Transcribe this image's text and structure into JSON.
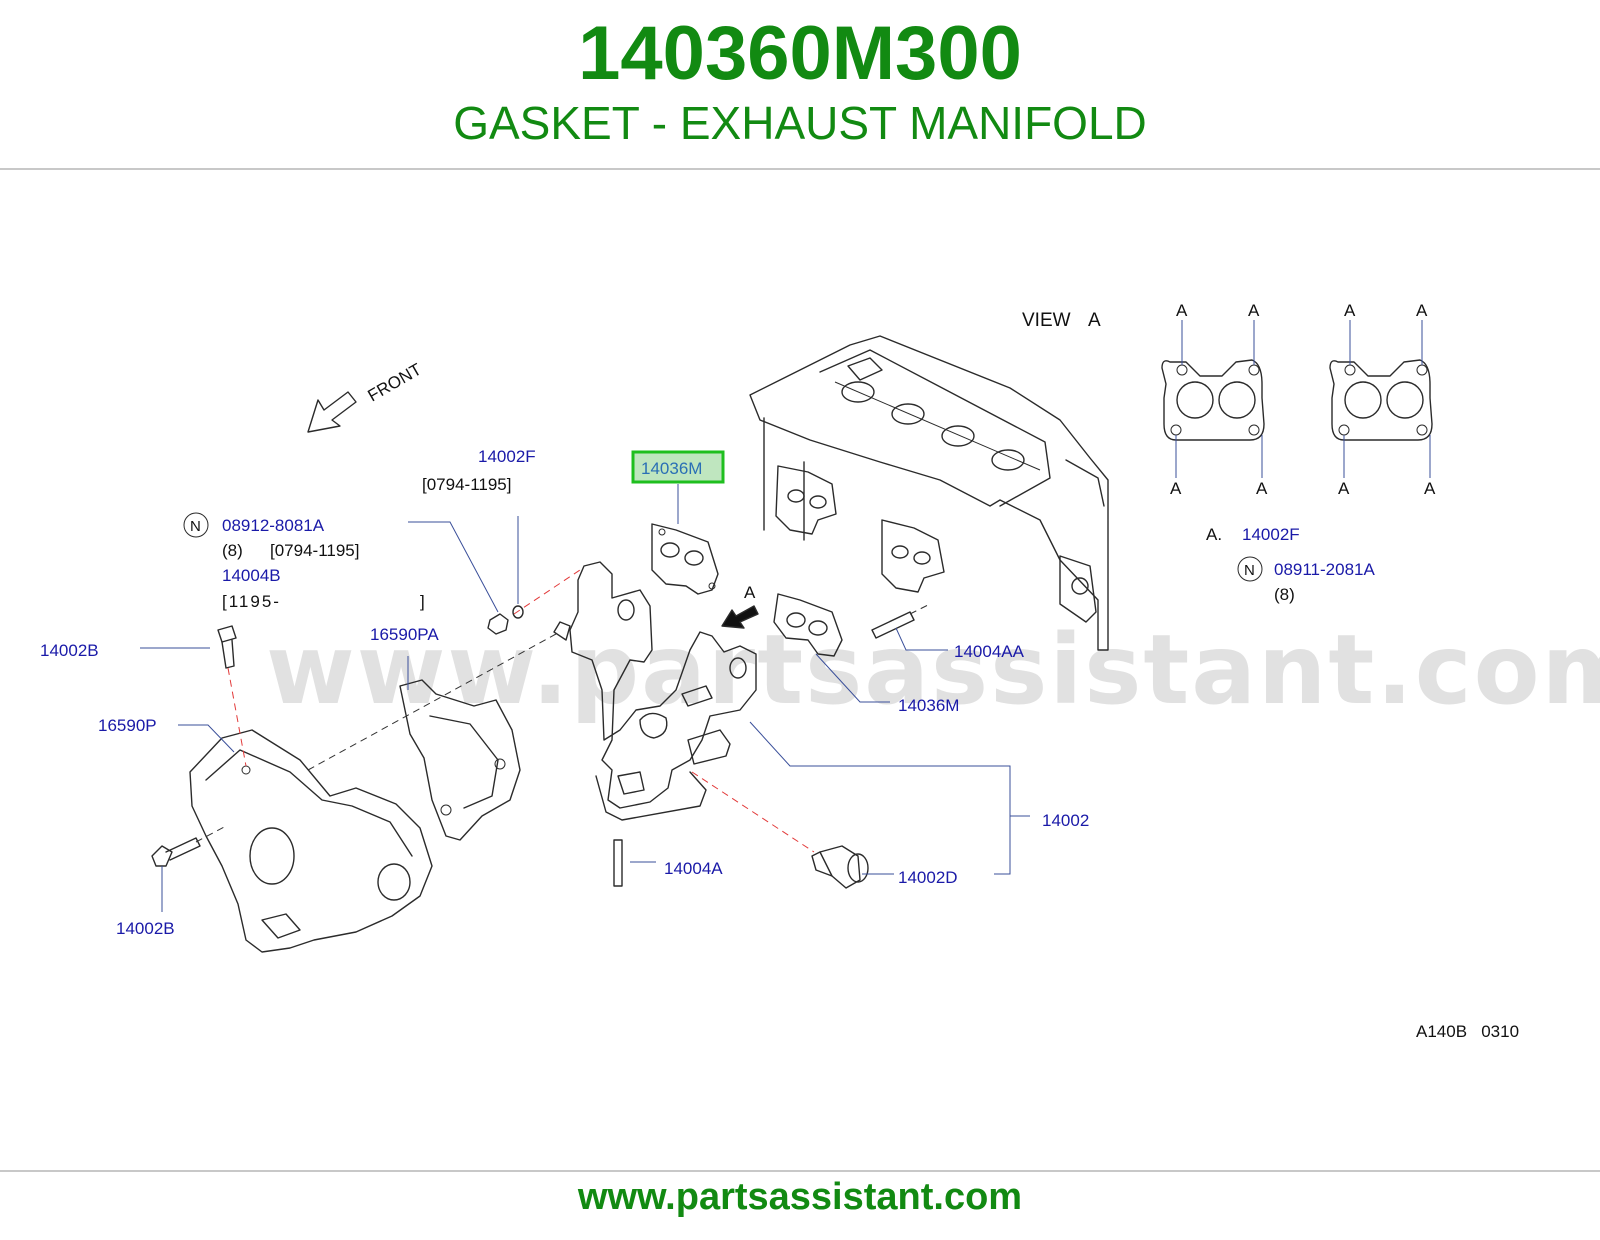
{
  "header": {
    "part_number": "140360M300",
    "description": "GASKET - EXHAUST MANIFOLD"
  },
  "colors": {
    "title_green": "#128a12",
    "callout_blue": "#1a1aa8",
    "highlight_green": "#1fbf1f",
    "highlight_fill": "#bfe6bf",
    "leader_red": "#e23a3a"
  },
  "diagram": {
    "front_label": "FRONT",
    "view_label": "VIEW",
    "view_letter": "A",
    "arrow_letter": "A",
    "gasket_hole_letter": "A",
    "highlighted_callout": "14036M",
    "callouts": {
      "c14002F_top": "14002F",
      "c14002F_top_range": "[0794-1195]",
      "n_symbol": "N",
      "c08912": "08912-8081A",
      "c08912_qty": "(8)",
      "c08912_range": "[0794-1195]",
      "c14004B": "14004B",
      "c14004B_range": "[1195-",
      "c14004B_range_end": "]",
      "c14002B_top": "14002B",
      "c16590PA": "16590PA",
      "c16590P": "16590P",
      "c14002B_bottom": "14002B",
      "c14004A": "14004A",
      "c14002D": "14002D",
      "c14002": "14002",
      "c14036M_lower": "14036M",
      "c14004AA": "14004AA",
      "view_ref_prefix": "A.",
      "view_ref_part": "14002F",
      "view_ref_n": "N",
      "view_ref_nut": "08911-2081A",
      "view_ref_qty": "(8)"
    },
    "diagram_code": "A140B   0310"
  },
  "watermark": "www.partsassistant.com",
  "footer": {
    "url": "www.partsassistant.com"
  }
}
